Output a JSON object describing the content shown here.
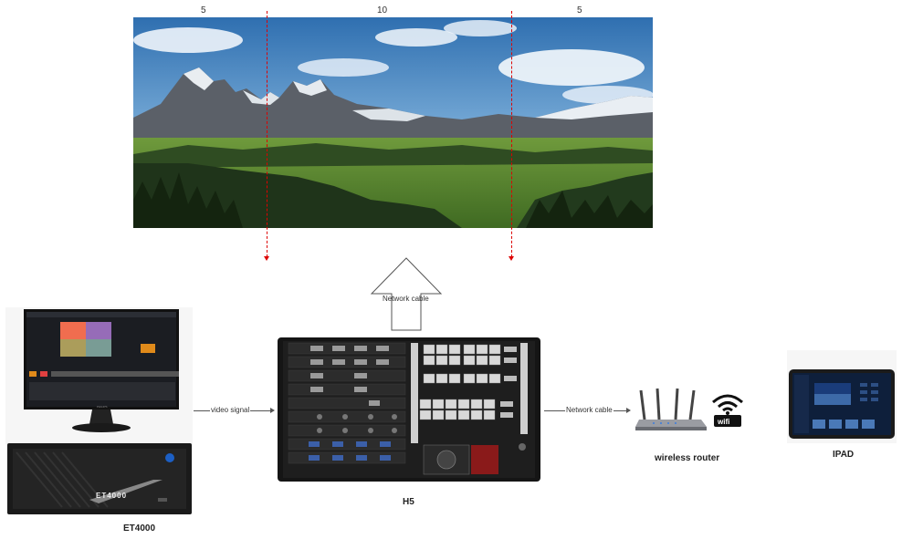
{
  "screen": {
    "widths": [
      "5",
      "10",
      "5"
    ]
  },
  "labels": {
    "network_cable_up": "Network cable",
    "video_signal": "video signal",
    "network_cable_right": "Network cable",
    "wifi_text": "wifi"
  },
  "devices": {
    "et4000": "ET4000",
    "et4000_badge": "ET4000",
    "h5": "H5",
    "router": "wireless router",
    "ipad": "IPAD"
  },
  "colors": {
    "divider": "#d00000",
    "arrow": "#555555"
  }
}
